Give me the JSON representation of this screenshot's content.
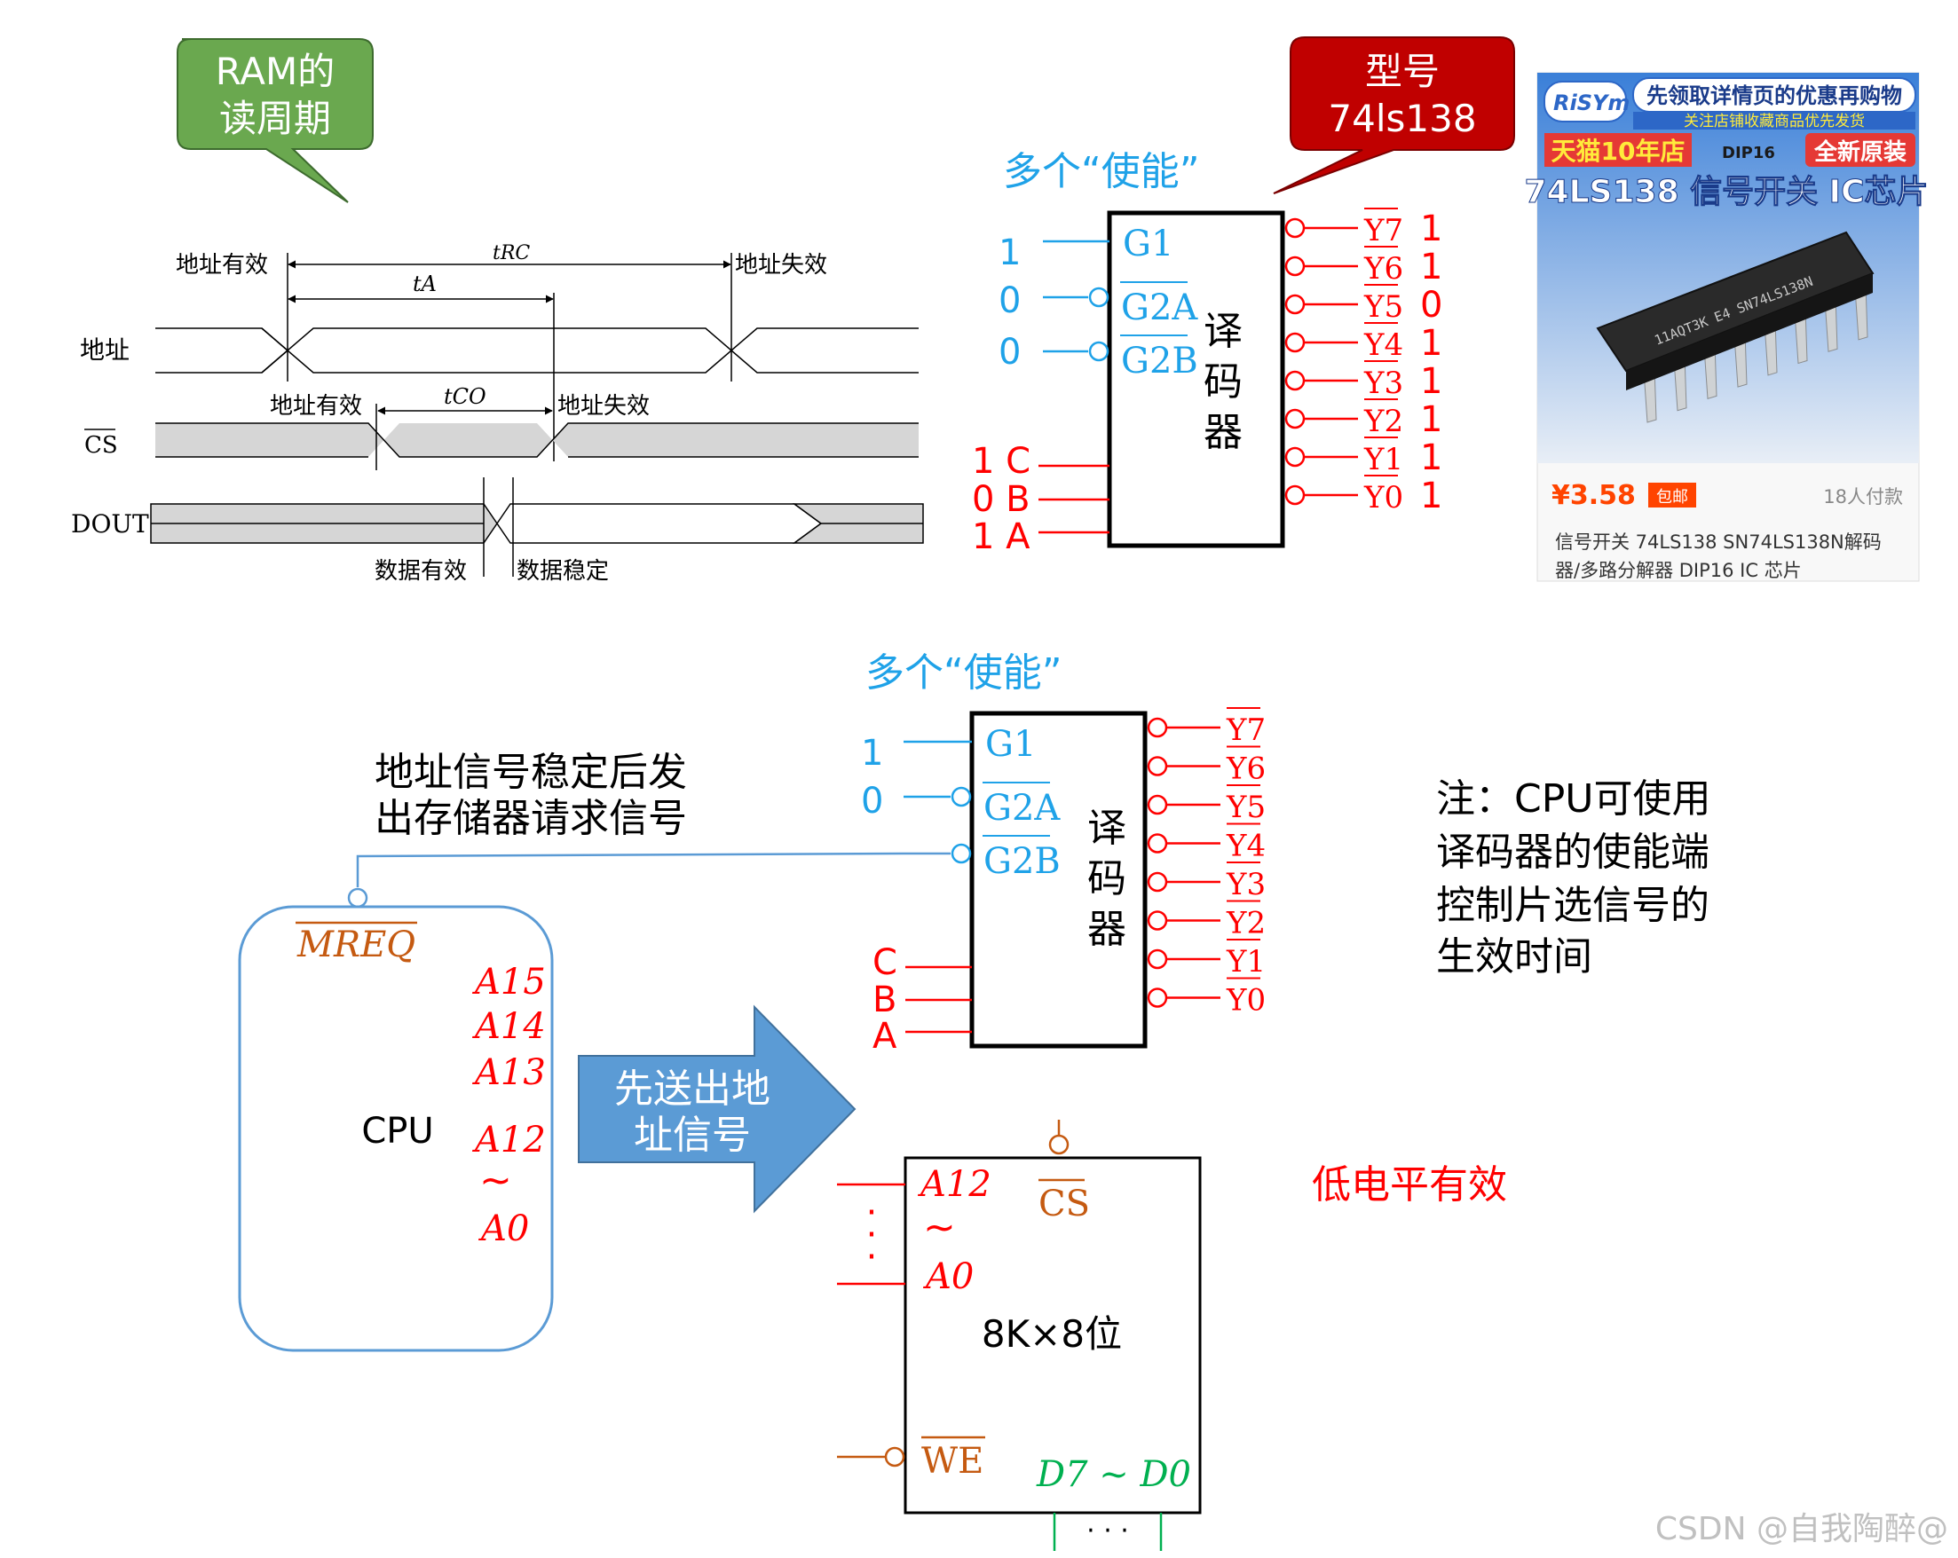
{
  "callouts": {
    "ram_read": {
      "line1": "RAM的",
      "line2": "读周期"
    },
    "model": {
      "line1": "型号",
      "line2": "74ls138"
    }
  },
  "timing": {
    "t_rc": "tRC",
    "t_a": "tA",
    "t_co": "tCO",
    "addr_valid_1": "地址有效",
    "addr_invalid_1": "地址失效",
    "addr_valid_2": "地址有效",
    "addr_invalid_2": "地址失效",
    "addr_row": "地址",
    "cs_row": "CS",
    "dout_row": "DOUT",
    "data_valid": "数据有效",
    "data_stable": "数据稳定"
  },
  "decoder_top": {
    "enable_label": "多个“使能”",
    "g1": "G1",
    "g2a": "G2A",
    "g2b": "G2B",
    "g1_val": "1",
    "g2a_val": "0",
    "g2b_val": "0",
    "c_label": "1 C",
    "b_label": "0 B",
    "a_label": "1 A",
    "title": [
      "译",
      "码",
      "器"
    ],
    "outputs": [
      "Y7",
      "Y6",
      "Y5",
      "Y4",
      "Y3",
      "Y2",
      "Y1",
      "Y0"
    ],
    "output_values": [
      "1",
      "1",
      "0",
      "1",
      "1",
      "1",
      "1",
      "1"
    ]
  },
  "product": {
    "brand": "RiSYm",
    "promo1": "先领取详情页的优惠再购物",
    "promo2": "关注店铺收藏商品优先发货",
    "store": "天猫10年店",
    "package": "DIP16",
    "new_tag": "全新原装",
    "headline": "74LS138 信号开关 IC芯片",
    "chip_mark": "11AQT3K E4 SN74LS138N",
    "price": "¥3.58",
    "shipping": "包邮",
    "buyers": "18人付款",
    "desc1": "信号开关 74LS138 SN74LS138N解码",
    "desc2": "器/多路分解器 DIP16 IC 芯片"
  },
  "decoder_bottom": {
    "enable_label": "多个“使能”",
    "g1": "G1",
    "g2a": "G2A",
    "g2b": "G2B",
    "g1_val": "1",
    "g2a_val": "0",
    "c_label": "C",
    "b_label": "B",
    "a_label": "A",
    "title": [
      "译",
      "码",
      "器"
    ],
    "outputs": [
      "Y7",
      "Y6",
      "Y5",
      "Y4",
      "Y3",
      "Y2",
      "Y1",
      "Y0"
    ]
  },
  "cpu": {
    "note_line1": "地址信号稳定后发",
    "note_line2": "出存储器请求信号",
    "mreq": "MREQ",
    "a15": "A15",
    "a14": "A14",
    "a13": "A13",
    "a12": "A12",
    "tilde": "~",
    "a0": "A0",
    "label": "CPU"
  },
  "arrow": {
    "line1": "先送出地",
    "line2": "址信号"
  },
  "memory": {
    "a12": "A12",
    "tilde": "~",
    "a0": "A0",
    "cs": "CS",
    "size": "8K×8位",
    "we": "WE",
    "data": "D7 ~ D0",
    "ellipsis": "· · ·"
  },
  "side_note": {
    "line1": "注：CPU可使用",
    "line2": "译码器的使能端",
    "line3": "控制片选信号的",
    "line4": "生效时间"
  },
  "low_active": "低电平有效",
  "watermark": "CSDN @自我陶醉@",
  "colors": {
    "callout_green": "#6aa84f",
    "callout_red": "#c00000",
    "blue_text": "#1fa2e8",
    "red_text": "#ff0000",
    "orange_text": "#c55a11",
    "green_text": "#00b050",
    "arrow_blue": "#5b9bd5"
  }
}
